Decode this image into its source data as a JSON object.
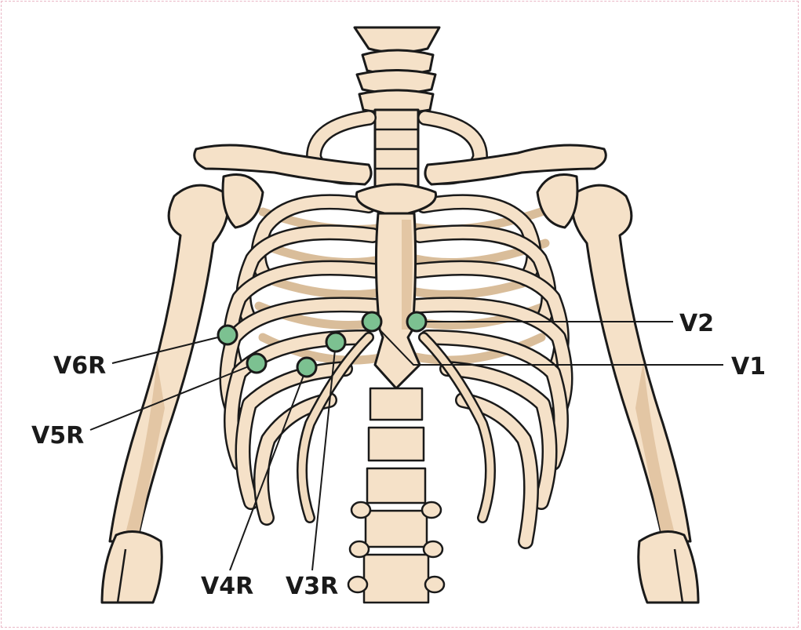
{
  "labels": {
    "v6r": "V6R",
    "v5r": "V5R",
    "v4r": "V4R",
    "v3r": "V3R",
    "v2": "V2",
    "v1": "V1"
  },
  "colors": {
    "bone": "#f5e1c8",
    "bone_shadow": "#e3c6a4",
    "outline": "#1a1a1a",
    "electrode": "#7cc191",
    "frame_border": "#e9b7c6"
  }
}
